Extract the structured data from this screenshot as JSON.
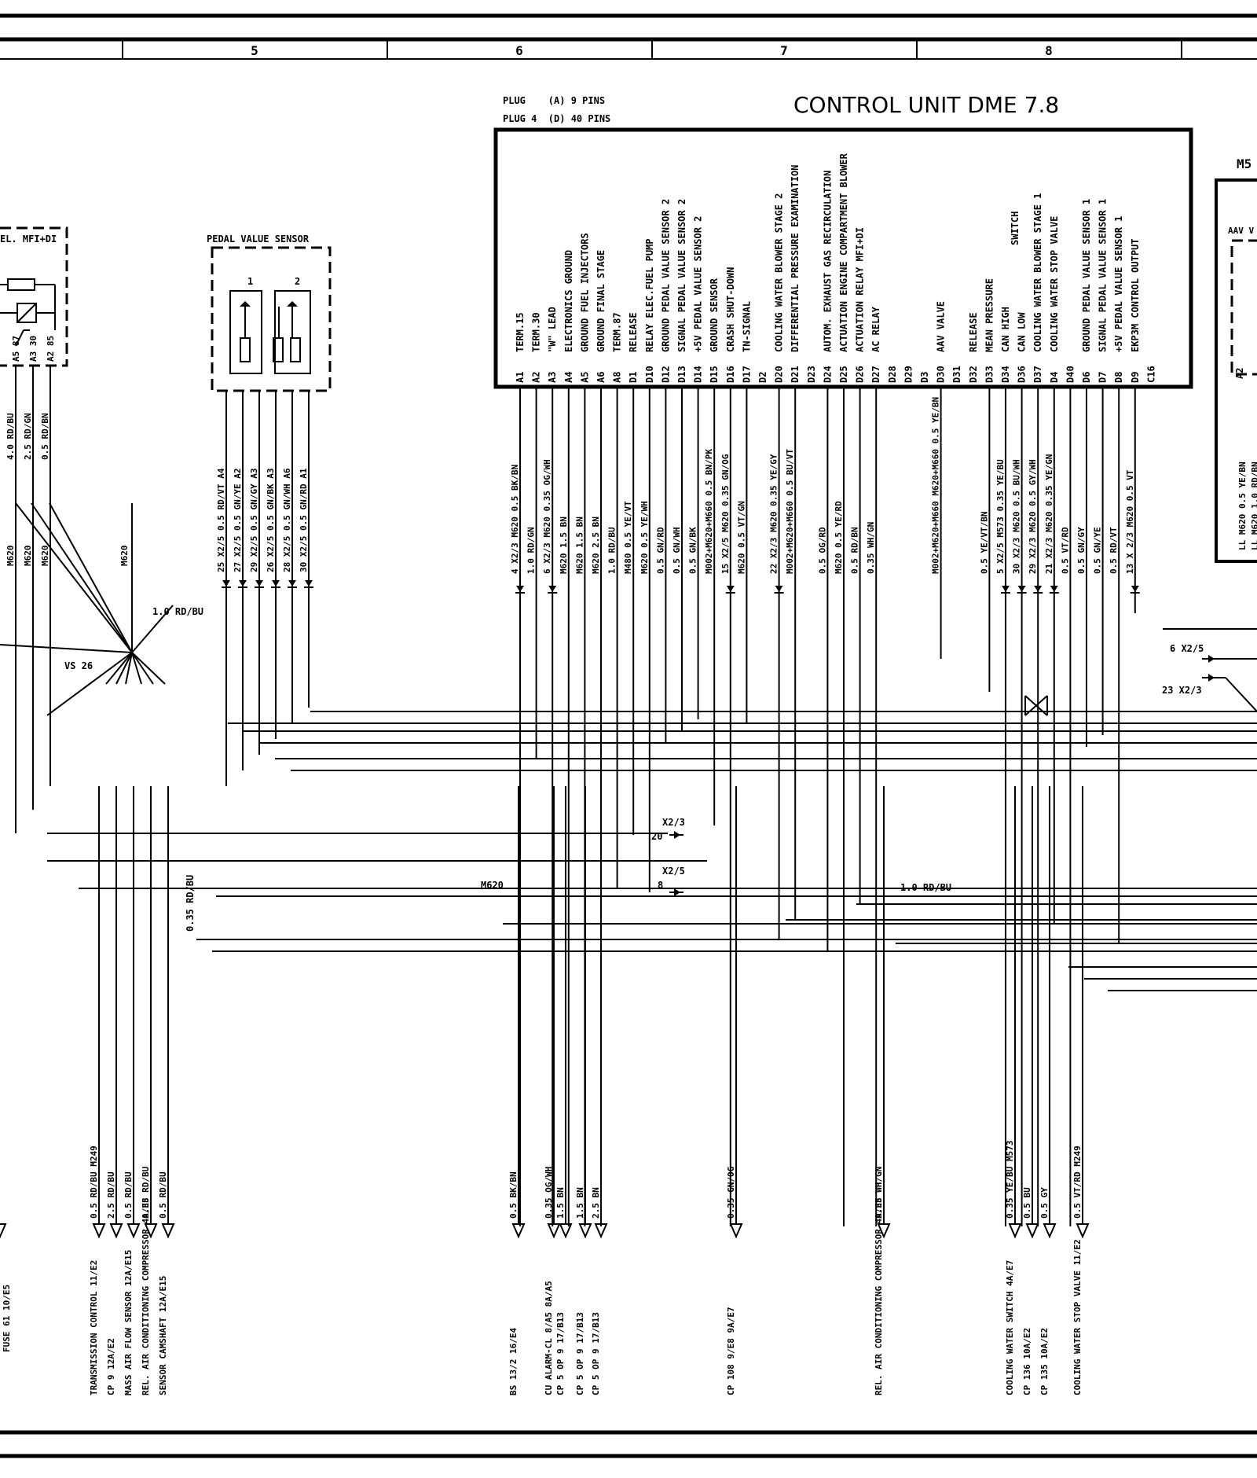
{
  "zones": [
    "5",
    "6",
    "7",
    "8"
  ],
  "title": "CONTROL UNIT DME 7.8",
  "plug_a": "PLUG    (A) 9 PINS",
  "plug_d": "PLUG 4  (D) 40 PINS",
  "relay_box_label": "EL. MFI+DI",
  "relay_pins": [
    "A5 87",
    "A3 30",
    "A2 85"
  ],
  "relay_wires": [
    "4.0 RD/BU",
    "2.5 RD/GN",
    "0.5 RD/BN"
  ],
  "left_m620": [
    "M620",
    "M620",
    "M620"
  ],
  "center_m620": "M620",
  "pedal_sensor": {
    "label": "PEDAL VALUE SENSOR",
    "elements": [
      "1",
      "2"
    ],
    "wires": [
      "25 X2/5  0.5 RD/VT A4",
      "27 X2/5  0.5 GN/YE A2",
      "29 X2/5  0.5 GN/GY A3",
      "26 X2/5  0.5 GN/BK A3",
      "28 X2/5  0.5 GN/WH A6",
      "30 X2/5  0.5 GN/RD A1"
    ]
  },
  "pins": [
    {
      "pin": "A1",
      "func": "TERM.15"
    },
    {
      "pin": "A2",
      "func": "TERM.30"
    },
    {
      "pin": "A3",
      "func": "\"W\" LEAD"
    },
    {
      "pin": "A4",
      "func": "ELECTRONICS GROUND"
    },
    {
      "pin": "A5",
      "func": "GROUND FUEL INJECTORS"
    },
    {
      "pin": "A6",
      "func": "GROUND FINAL STAGE"
    },
    {
      "pin": "A8",
      "func": "TERM.87"
    },
    {
      "pin": "D1",
      "func": "RELEASE"
    },
    {
      "pin": "D10",
      "func": "RELAY  ELEC.FUEL PUMP"
    },
    {
      "pin": "D12",
      "func": "GROUND PEDAL VALUE SENSOR 2"
    },
    {
      "pin": "D13",
      "func": "SIGNAL PEDAL VALUE SENSOR 2"
    },
    {
      "pin": "D14",
      "func": "+5V  PEDAL VALUE SENSOR 2"
    },
    {
      "pin": "D15",
      "func": "GROUND SENSOR"
    },
    {
      "pin": "D16",
      "func": "CRASH SHUT-DOWN"
    },
    {
      "pin": "D17",
      "func": "TN-SIGNAL"
    },
    {
      "pin": "D2",
      "func": ""
    },
    {
      "pin": "D20",
      "func": "COOLING WATER BLOWER STAGE 2"
    },
    {
      "pin": "D21",
      "func": "DIFFERENTIAL PRESSURE EXAMINATION"
    },
    {
      "pin": "D23",
      "func": ""
    },
    {
      "pin": "D24",
      "func": "AUTOM. EXHAUST GAS RECIRCULATION"
    },
    {
      "pin": "D25",
      "func": "ACTUATION ENGINE COMPARTMENT BLOWER"
    },
    {
      "pin": "D26",
      "func": "ACTUATION  RELAY MFI+DI"
    },
    {
      "pin": "D27",
      "func": "AC RELAY"
    },
    {
      "pin": "D28",
      "func": ""
    },
    {
      "pin": "D29",
      "func": ""
    },
    {
      "pin": "D3",
      "func": ""
    },
    {
      "pin": "D30",
      "func": "AAV VALVE"
    },
    {
      "pin": "D31",
      "func": ""
    },
    {
      "pin": "D32",
      "func": "RELEASE"
    },
    {
      "pin": "D33",
      "func": "MEAN PRESSURE"
    },
    {
      "pin": "D34",
      "func": "CAN HIGH"
    },
    {
      "pin": "D36",
      "func": "CAN LOW"
    },
    {
      "pin": "D37",
      "func": "COOLING WATER BLOWER STAGE 1"
    },
    {
      "pin": "D4",
      "func": "COOLING WATER STOP VALVE"
    },
    {
      "pin": "D40",
      "func": ""
    },
    {
      "pin": "D6",
      "func": "GROUND PEDAL VALUE SENSOR 1"
    },
    {
      "pin": "D7",
      "func": "SIGNAL PEDAL VALUE SENSOR 1"
    },
    {
      "pin": "D8",
      "func": "+5V  PEDAL VALUE SENSOR 1"
    },
    {
      "pin": "D9",
      "func": "EKP3M CONTROL  OUTPUT"
    },
    {
      "pin": "C16",
      "func": ""
    }
  ],
  "switch_word": "SWITCH",
  "wires_a": [
    "4 X2/3  M620  0.5 BK/BN",
    "1.0 RD/GN",
    "6 X2/3  M620  0.35 OG/WH",
    "M620  1.5 BN",
    "M620  1.5 BN",
    "M620  2.5 BN",
    "1.0 RD/BU",
    "M480  0.5 YE/VT",
    "M620  0.5 YE/WH",
    "0.5 GN/RD",
    "0.5 GN/WH",
    "0.5 GN/BK",
    "M002+M620+M660  0.5 BN/PK",
    "15 X2/5  M620  0.35 GN/OG",
    "M620  0.5 VT/GN"
  ],
  "wires_b": [
    "22 X2/3  M620  0.35 YE/GY",
    "M002+M620+M660  0.5 BU/VT",
    "0.5 OG/RD",
    "M620  0.5 YE/RD",
    "0.5 RD/BN",
    "0.35 WH/GN",
    "M002+M620+M660  M620+M660  0.5 YE/BN"
  ],
  "wires_c": [
    "0.5 YE/VT/BN",
    "5 X2/5  M573  0.35 YE/BU",
    "30 X2/3  M620  0.5 BU/WH",
    "29 X2/3  M620  0.5 GY/WH",
    "21 X2/3  M620  0.35 YE/GN",
    "0.5 VT/RD",
    "0.5 GN/GY",
    "0.5 GN/YE",
    "0.5 RD/VT",
    "13 X 2/3  M620  0.5 VT"
  ],
  "vs_label": "VS 26",
  "mid_wire": "1.0 RD/BU",
  "wire_035_rdbu": "0.35 RD/BU",
  "x23_20": [
    "X2/3",
    "20"
  ],
  "x25_8": [
    "X2/5",
    "8"
  ],
  "m620_mid": "M620",
  "rd_bu_right": "1.0 RD/BU",
  "x25_6": "6 X2/5",
  "x23_23": "23 X2/3",
  "m5_label": "M5",
  "aav_label": "AAV V",
  "right_pin": "A2",
  "right_wires": [
    "LL M620  0.5 YE/BN",
    "LL M620  1.0 RD/BN"
  ],
  "bottom_left_wires": [
    "0.5 RD/BU  M249",
    "2.5 RD/BU",
    "0.5 RD/BU",
    "0.35 RD/BU",
    "0.5 RD/BU"
  ],
  "bottom_left_targets": [
    "TRANSMISSION CONTROL  11/E2",
    "CP 9  12A/E2",
    "MASS AIR FLOW SENSOR  12A/E15",
    "REL. AIR CONDITIONING COMPRESSOR  4A/E8",
    "SENSOR CAMSHAFT  12A/E15"
  ],
  "fuse_label": "FUSE 61  10/E5",
  "bottom_mid_wires": [
    "0.5 BK/BN",
    "0.35 OG/WH",
    "1.5 BN",
    "1.5 BN",
    "2.5 BN",
    "0.35 GN/OG",
    "0.35 WH/GN"
  ],
  "bottom_mid_targets": [
    "BS 13/2  16/E4",
    "CU ALARM-CL  8/A5 8A/A5",
    "CP 5 OP 9  17/B13",
    "CP 5 OP 9  17/B13",
    "CP 5 OP 9  17/B13",
    "CP 108  9/E8 9A/E7",
    "REL. AIR CONDITIONING COMPRESSOR  4A/E8"
  ],
  "bottom_right_wires": [
    "0.35 YE/BU  M573",
    "0.5 BU",
    "0.5 GY",
    "0.5 VT/RD  M249"
  ],
  "bottom_right_targets": [
    "COOLING WATER SWITCH  4A/E7",
    "CP 136  10A/E2",
    "CP 135  10A/E2",
    "COOLING WATER STOP VALVE  11/E2"
  ]
}
